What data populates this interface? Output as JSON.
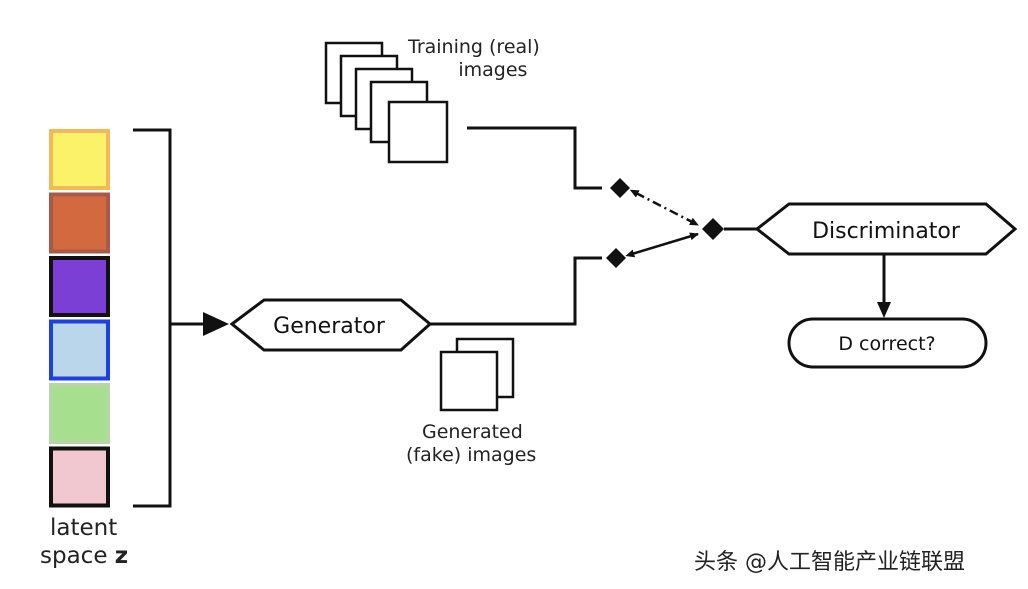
{
  "nodes": {
    "generator": "Generator",
    "discriminator": "Discriminator",
    "decision": "D correct?"
  },
  "labels": {
    "training_line1": "Training (real)",
    "training_line2": "images",
    "generated_line1": "Generated",
    "generated_line2": "(fake) images",
    "latent_line1": "latent",
    "latent_prefix": "space ",
    "latent_var": "z"
  },
  "latent_vector": {
    "cells": [
      {
        "fill": "#fbf26a",
        "border": "#f0b95a"
      },
      {
        "fill": "#d2693f",
        "border": "#a85a48"
      },
      {
        "fill": "#7b3fd6",
        "border": "#111111"
      },
      {
        "fill": "#b9d6ea",
        "border": "#1f3fe0"
      },
      {
        "fill": "#a6e08f",
        "border": "#b6d6a6"
      },
      {
        "fill": "#f1c8cf",
        "border": "#111111"
      }
    ]
  },
  "watermark": "头条 @人工智能产业链联盟"
}
